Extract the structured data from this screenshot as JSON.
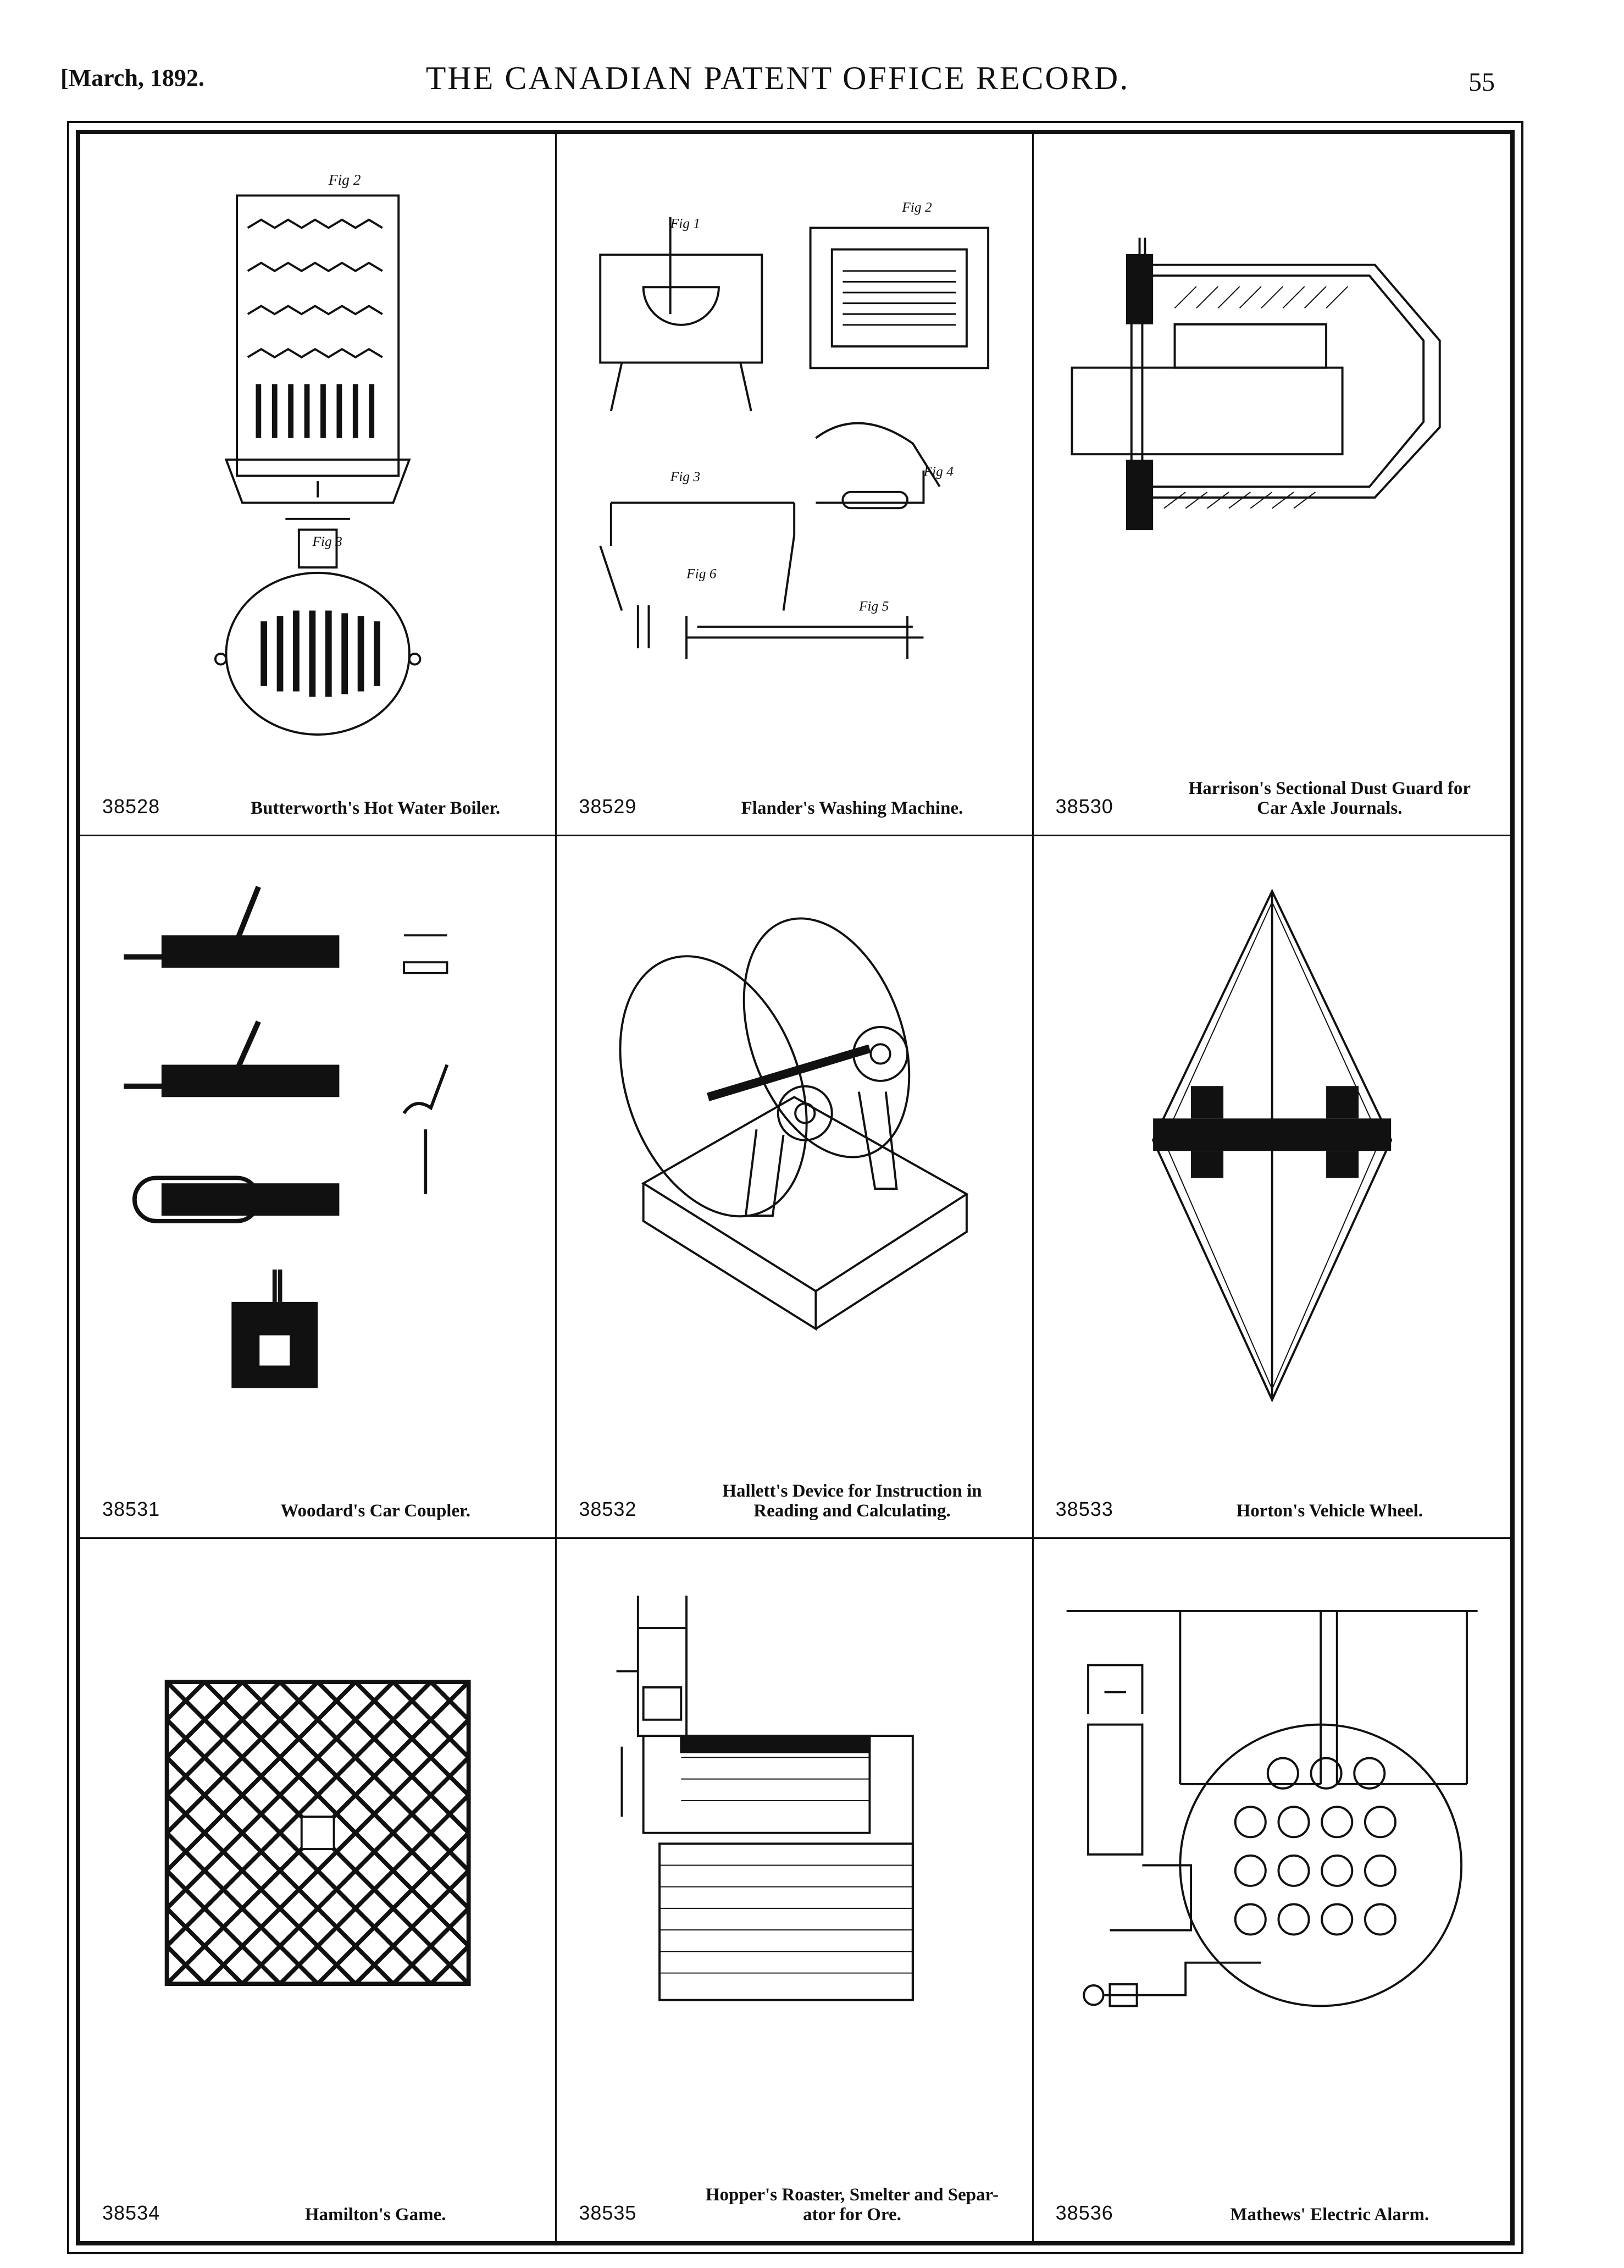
{
  "header": {
    "date": "[March, 1892.",
    "title": "THE CANADIAN PATENT OFFICE RECORD.",
    "page_number": "55"
  },
  "patents": [
    {
      "number": "38528",
      "title": "Butterworth's Hot Water Boiler.",
      "drawing_labels": [
        "Fig 2",
        "Fig 3"
      ]
    },
    {
      "number": "38529",
      "title": "Flander's Washing Machine.",
      "drawing_labels": [
        "Fig 1",
        "Fig 2",
        "Fig 3",
        "Fig 4",
        "Fig 5",
        "Fig 6"
      ]
    },
    {
      "number": "38530",
      "title": "Harrison's Sectional Dust Guard for\nCar Axle Journals."
    },
    {
      "number": "38531",
      "title": "Woodard's Car Coupler."
    },
    {
      "number": "38532",
      "title": "Hallett's Device for Instruction in\nReading and Calculating."
    },
    {
      "number": "38533",
      "title": "Horton's Vehicle Wheel."
    },
    {
      "number": "38534",
      "title": "Hamilton's Game."
    },
    {
      "number": "38535",
      "title": "Hopper's Roaster, Smelter and Separ-\nator for Ore."
    },
    {
      "number": "38536",
      "title": "Mathews' Electric Alarm."
    }
  ]
}
